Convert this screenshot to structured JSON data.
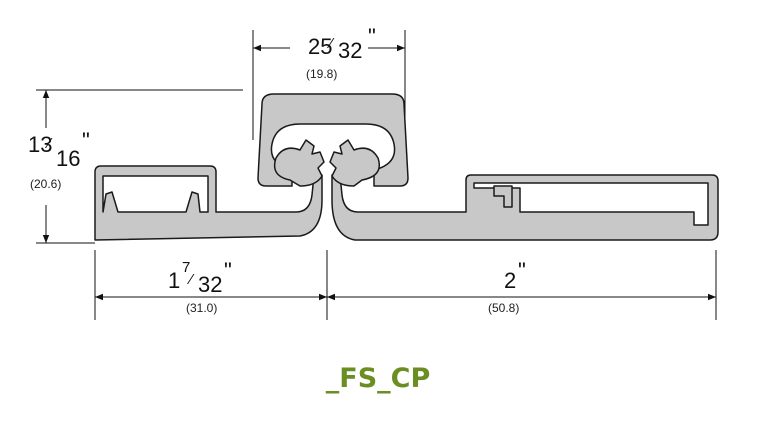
{
  "diagram": {
    "dim_top": {
      "num": "25",
      "den": "32",
      "unit": "\"",
      "metric": "(19.8)"
    },
    "dim_height": {
      "num": "13",
      "den": "16",
      "unit": "\"",
      "metric": "(20.6)"
    },
    "dim_left": {
      "whole": "1",
      "num": "7",
      "den": "32",
      "unit": "\"",
      "metric": "(31.0)"
    },
    "dim_right": {
      "whole": "2",
      "unit": "\"",
      "metric": "(50.8)"
    },
    "caption": "_FS_CP"
  },
  "colors": {
    "profile_fill": "#c8c8c8",
    "profile_stroke": "#1a1a1a",
    "caption": "#6b8e23"
  }
}
